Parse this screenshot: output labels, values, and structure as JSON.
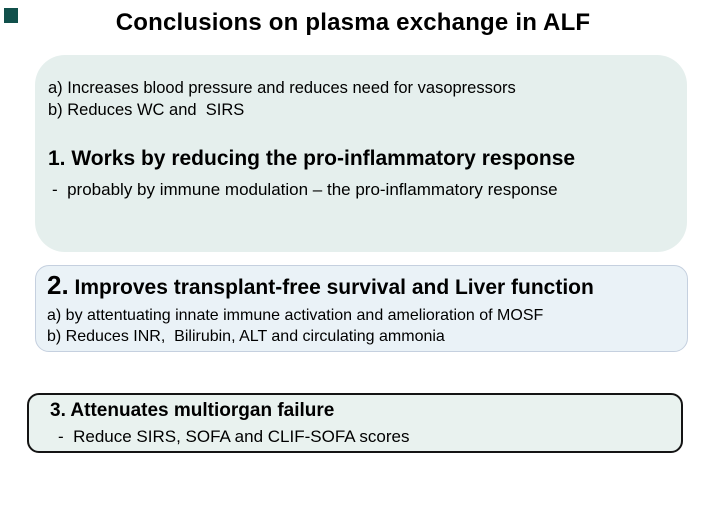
{
  "slide": {
    "title": "Conclusions on plasma exchange in ALF"
  },
  "boxes": {
    "box1": {
      "line_a": "a) Increases blood pressure and reduces need for vasopressors",
      "line_b": "b) Reduces WC and  SIRS",
      "heading": "1. Works by reducing the pro-inflammatory response",
      "subline": "-  probably by immune modulation – the pro-inflammatory response"
    },
    "box2": {
      "number": "2.",
      "heading_rest": " Improves transplant-free survival and Liver function",
      "line_a": "a) by attentuating innate immune activation and amelioration of MOSF",
      "line_b": "b) Reduces INR,  Bilirubin, ALT and circulating ammonia"
    },
    "box3": {
      "heading": "3. Attenuates multiorgan failure",
      "subline": "-  Reduce SIRS, SOFA and CLIF-SOFA scores"
    }
  },
  "colors": {
    "accent_square": "#11504b",
    "box1_fill": "#e5efed",
    "box2_fill": "#eaf2f7",
    "box2_border": "#c5d0df",
    "box3_fill": "#e9f2ef",
    "box3_border": "#141414",
    "text": "#000000",
    "background": "#ffffff"
  }
}
